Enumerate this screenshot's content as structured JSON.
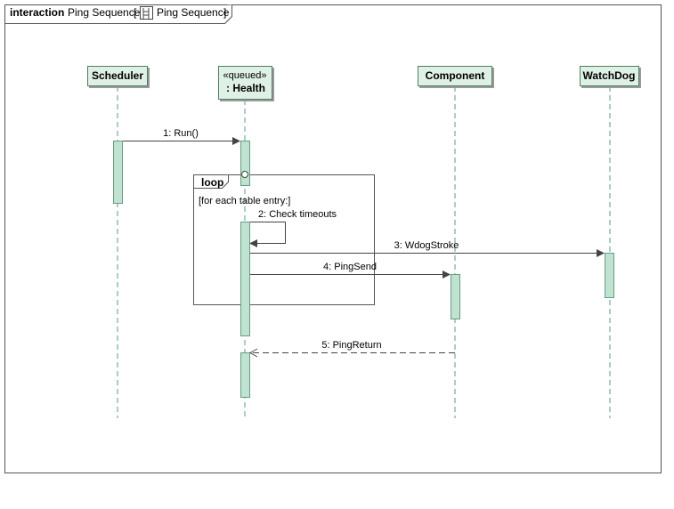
{
  "frame": {
    "keyword": "interaction",
    "name": "Ping Sequence",
    "open_bracket": "[",
    "ref_name": "Ping Sequence",
    "close_bracket": "]",
    "ref_icon": "sequence-diagram-icon"
  },
  "lifelines": [
    {
      "id": "scheduler",
      "stereotype": "",
      "name": "Scheduler"
    },
    {
      "id": "health",
      "stereotype": "«queued»",
      "name": ": Health"
    },
    {
      "id": "component",
      "stereotype": "",
      "name": "Component"
    },
    {
      "id": "watchdog",
      "stereotype": "",
      "name": "WatchDog"
    }
  ],
  "messages": [
    {
      "id": "m1",
      "label": "1: Run()",
      "from": "scheduler",
      "to": "health",
      "kind": "sync"
    },
    {
      "id": "m2",
      "label": "2: Check timeouts",
      "from": "health",
      "to": "health",
      "kind": "self"
    },
    {
      "id": "m3",
      "label": "3: WdogStroke",
      "from": "health",
      "to": "watchdog",
      "kind": "sync"
    },
    {
      "id": "m4",
      "label": "4: PingSend",
      "from": "health",
      "to": "component",
      "kind": "sync"
    },
    {
      "id": "m5",
      "label": "5: PingReturn",
      "from": "component",
      "to": "health",
      "kind": "reply"
    }
  ],
  "fragment": {
    "operator": "loop",
    "guard": "[for each table entry:]"
  },
  "colors": {
    "lifeline_fill": "#dff0e6",
    "lifeline_border": "#4f7f5f",
    "activation_fill": "#bfe3d0",
    "dash_line": "#5a9a9a",
    "frame_border": "#555555",
    "text": "#000000"
  }
}
